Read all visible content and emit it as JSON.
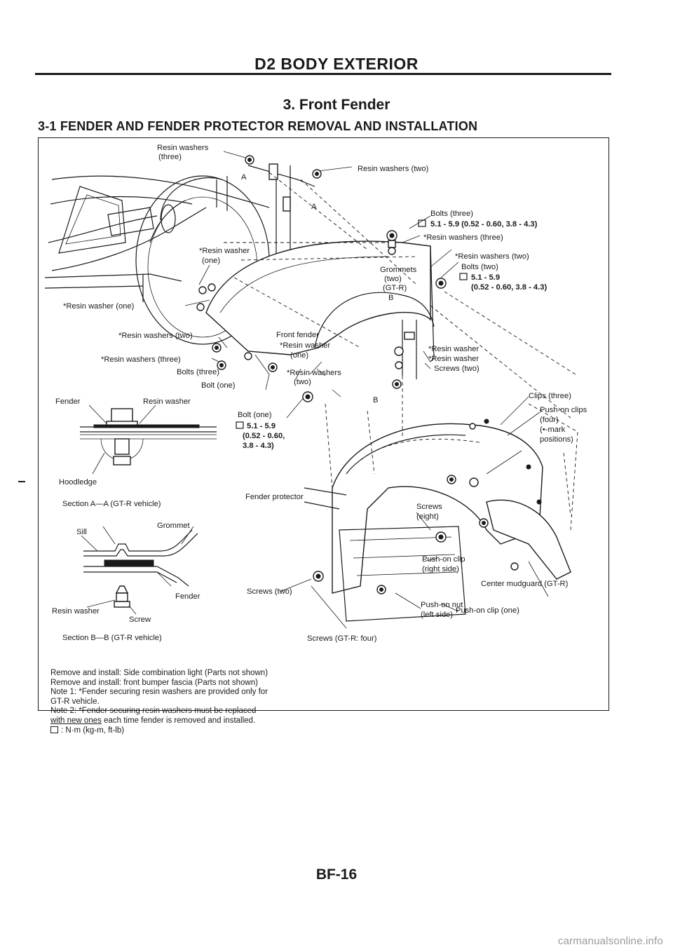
{
  "header": {
    "section": "D2 BODY EXTERIOR",
    "title": "3. Front Fender",
    "subsection": "3-1 FENDER AND FENDER PROTECTOR REMOVAL AND INSTALLATION"
  },
  "figure": {
    "main_labels": {
      "resin_washers_three_top_1": "Resin washers",
      "resin_washers_three_top_2": "(three)",
      "resin_washers_two_top": "Resin washers (two)",
      "bolts_three_right": "Bolts (three)",
      "torque_top": "5.1 - 5.9 (0.52 - 0.60, 3.8 - 4.3)",
      "resin_washers_three_right": "*Resin washers (three)",
      "resin_washers_two_right": "*Resin washers (two)",
      "bolts_two": "Bolts (two)",
      "torque_two_1": "5.1 - 5.9",
      "torque_two_2": "(0.52 - 0.60, 3.8 - 4.3)",
      "grommets": "Grommets",
      "grommets_two": "(two)",
      "gt_r": "(GT-R)",
      "resin_washer_one_left": "*Resin washer (one)",
      "resin_washer_center_1": "*Resin washer",
      "resin_washer_center_2": "(one)",
      "resin_washers_two_left": "*Resin washers (two)",
      "resin_washers_three_left": "*Resin washers (three)",
      "front_fender": "Front fender",
      "resin_washer_front_1": "*Resin washer",
      "resin_washer_front_2": "(one)",
      "resin_washer_r1": "*Resin washer",
      "resin_washer_r2": "*Resin washer",
      "screws_two_r": "Screws (two)",
      "bolts_three_left": "Bolts (three)",
      "bolt_one_a": "Bolt (one)",
      "resin_washers_lower_1": "*Resin washers",
      "resin_washers_lower_2": "(two)",
      "bolt_one_b": "Bolt (one)",
      "torque_b1": "5.1 - 5.9",
      "torque_b2": "(0.52 - 0.60,",
      "torque_b3": "3.8 - 4.3)",
      "clips_three": "Clips (three)",
      "push_on_clips_1": "Push-on clips",
      "push_on_clips_2": "(four)",
      "push_on_clips_3": "(•-mark",
      "push_on_clips_4": "positions)",
      "fender_protector": "Fender protector",
      "screws_eight_1": "Screws",
      "screws_eight_2": "(eight)",
      "push_on_clip_right_1": "Push-on clip",
      "push_on_clip_right_2": "(right side)",
      "center_mudguard": "Center mudguard (GT-R)",
      "screws_two_bottom": "Screws (two)",
      "push_on_nut_1": "Push-on nut",
      "push_on_nut_2": "(left side)",
      "push_on_clip_one": "Push-on clip (one)",
      "screws_gtr_four": "Screws (GT-R: four)",
      "marker_a1": "A",
      "marker_a2": "A",
      "marker_b1": "B",
      "marker_b2": "B"
    },
    "section_aa": {
      "fender": "Fender",
      "resin_washer": "Resin washer",
      "hoodledge": "Hoodledge",
      "caption": "Section A—A (GT-R vehicle)"
    },
    "section_bb": {
      "grommet": "Grommet",
      "sill": "Sill",
      "fender": "Fender",
      "resin_washer": "Resin washer",
      "screw": "Screw",
      "caption": "Section B—B (GT-R vehicle)"
    }
  },
  "notes": {
    "line1": "Remove and install: Side combination light (Parts not shown)",
    "line2": "Remove and install: front bumper fascia (Parts not shown)",
    "line3": "Note 1: *Fender securing resin washers are provided only for",
    "line4": "GT-R vehicle.",
    "line5a": "Note 2: *Fender securing resin washers must be replaced",
    "line6a": "with new ones",
    "line6b": " each time fender is removed and installed.",
    "units": ": N·m (kg-m, ft-lb)"
  },
  "footer": {
    "page_number": "BF-16",
    "watermark": "carmanualsonline.info"
  }
}
